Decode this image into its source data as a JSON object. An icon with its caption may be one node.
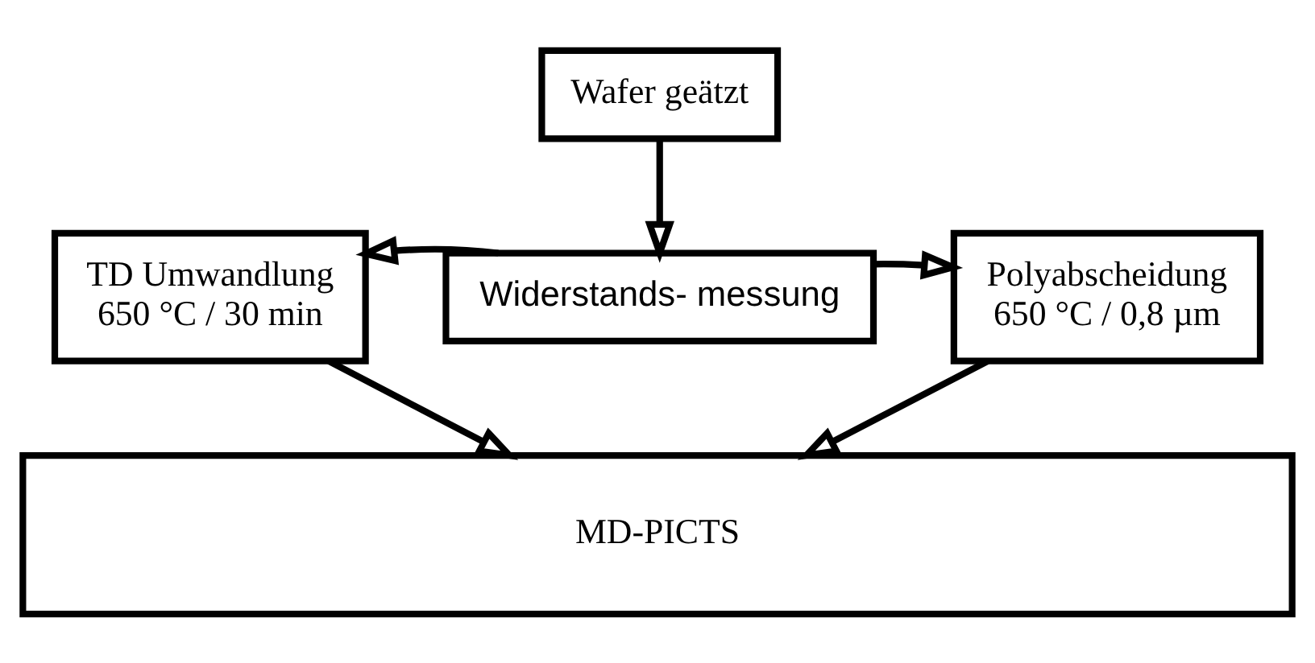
{
  "diagram": {
    "nodes": [
      {
        "text": [
          "Wafer geätzt"
        ]
      },
      {
        "text": [
          "Widerstands- messung"
        ]
      },
      {
        "text": [
          "TD Umwandlung",
          "650 °C / 30 min"
        ]
      },
      {
        "text": [
          "Polyabscheidung",
          "650 °C / 0,8 µm"
        ]
      },
      {
        "text": [
          "MD-PICTS"
        ]
      }
    ],
    "edges": [
      {
        "from": 0,
        "to": 1,
        "arrow": "to"
      },
      {
        "from": 1,
        "to": 2,
        "arrow": "to"
      },
      {
        "from": 1,
        "to": 3,
        "arrow": "to"
      },
      {
        "from": 2,
        "to": 4,
        "arrow": "to"
      },
      {
        "from": 3,
        "to": 4,
        "arrow": "to"
      }
    ]
  }
}
